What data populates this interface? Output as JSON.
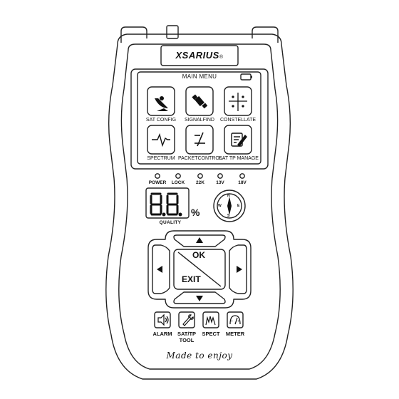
{
  "brand": {
    "name": "XSARIUS",
    "trademark": "®"
  },
  "main_menu": {
    "title": "MAIN MENU",
    "apps": [
      {
        "label": "SAT CONFIG",
        "icon": "satellite-dish-icon"
      },
      {
        "label": "SIGNALFIND",
        "icon": "satellite-icon"
      },
      {
        "label": "CONSTELLATE",
        "icon": "constellation-icon"
      },
      {
        "label": "SPECTRUM",
        "icon": "spectrum-waveform-icon"
      },
      {
        "label": "PACKETCONTROL",
        "icon": "packet-control-icon"
      },
      {
        "label": "SAT TP MANAGE",
        "icon": "edit-document-icon"
      }
    ]
  },
  "indicators": [
    {
      "label": "POWER"
    },
    {
      "label": "LOCK"
    },
    {
      "label": "22K"
    },
    {
      "label": "13V"
    },
    {
      "label": "18V"
    }
  ],
  "quality": {
    "display": "88",
    "unit": "%",
    "label": "QUALITY"
  },
  "compass": {
    "letters": [
      "N",
      "E",
      "S",
      "W"
    ]
  },
  "dpad": {
    "ok_label": "OK",
    "exit_label": "EXIT"
  },
  "function_keys": [
    {
      "label": "ALARM",
      "icon": "speaker-icon"
    },
    {
      "label": "SAT/TP\nTOOL",
      "icon": "wrench-icon"
    },
    {
      "label": "SPECT",
      "icon": "spectrum-icon"
    },
    {
      "label": "METER",
      "icon": "meter-gauge-icon"
    }
  ],
  "slogan": "Made to enjoy"
}
